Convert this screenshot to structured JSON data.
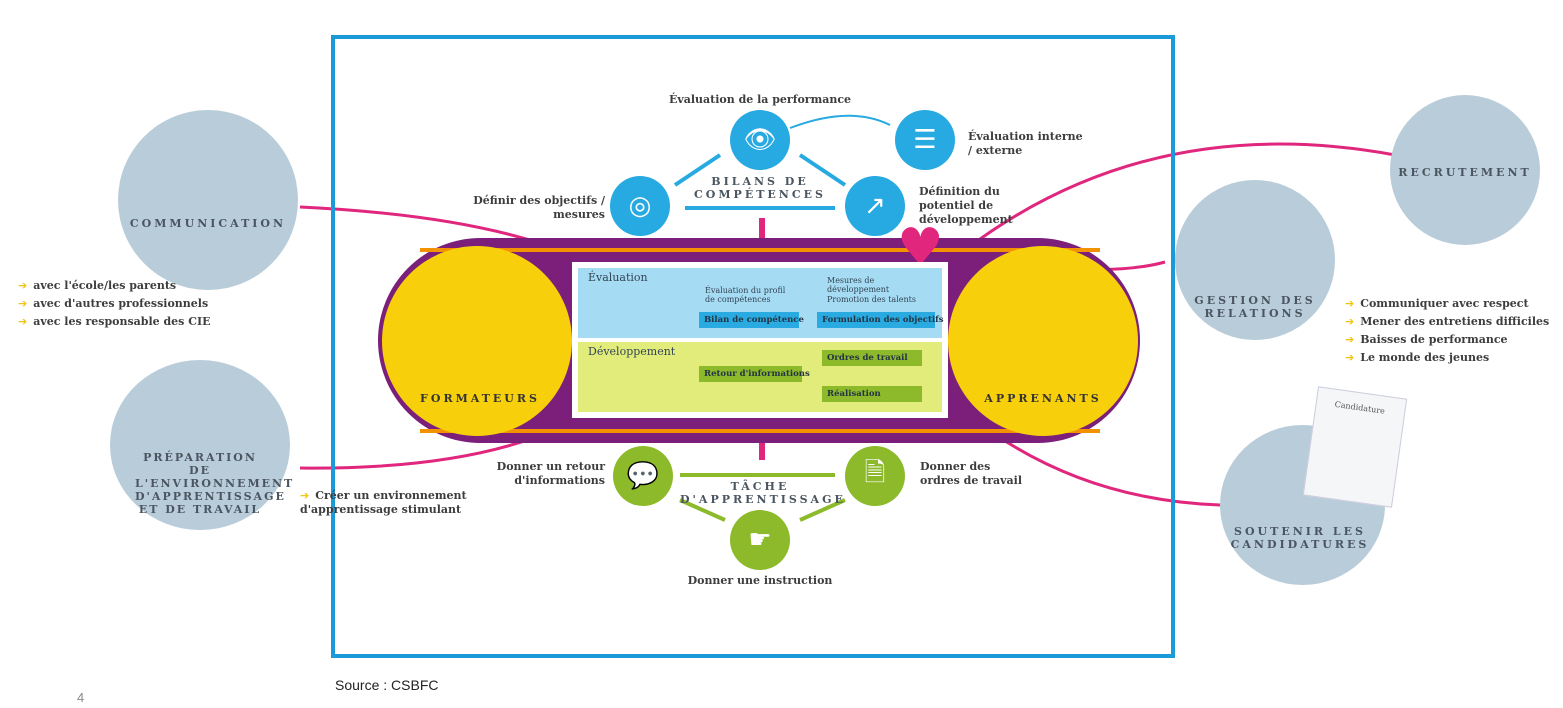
{
  "top": {
    "performance": "Évaluation de la performance",
    "bilans": "BILANS DE COMPÉTENCES",
    "interne": "Évaluation interne / externe",
    "objectifs": "Définir des objectifs / mesures",
    "potentiel": "Définition du potentiel de développement"
  },
  "center": {
    "formateurs": "FORMATEURS",
    "apprenants": "APPRENANTS",
    "evaluation": "Évaluation",
    "developpement": "Développement",
    "eval_profil": "Évaluation du profil de compétences",
    "mesures": "Mesures de développement",
    "promotion": "Promotion des talents",
    "bilan": "Bilan de compétence",
    "formulation": "Formulation des objectifs",
    "retour": "Retour d'informations",
    "ordres": "Ordres de travail",
    "realisation": "Réalisation"
  },
  "bottom": {
    "tache": "TÂCHE D'APPRENTISSAGE",
    "retour": "Donner un retour d'informations",
    "ordres": "Donner des ordres de travail",
    "instruction": "Donner une instruction"
  },
  "left": {
    "communication": "COMMUNICATION",
    "comm_items": [
      "avec l'école/les parents",
      "avec d'autres professionnels",
      "avec les responsable des CIE"
    ],
    "preparation": "PRÉPARATION DE L'ENVIRONNEMENT D'APPRENTISSAGE ET DE TRAVAIL",
    "prep_items": [
      "Créer un environnement d'apprentissage stimulant"
    ]
  },
  "right": {
    "recrutement": "RECRUTEMENT",
    "gestion": "GESTION DES RELATIONS",
    "gestion_items": [
      "Communiquer avec respect",
      "Mener des entretiens difficiles",
      "Baisses de performance",
      "Le monde des jeunes"
    ],
    "soutenir": "SOUTENIR LES CANDIDATURES",
    "candidature": "Candidature"
  },
  "footer": {
    "source": "Source : CSBFC",
    "page": "4"
  },
  "colors": {
    "frame": "#1a9ad6",
    "blue": "#27a9e1",
    "green": "#8dba2a",
    "pink": "#e0267d",
    "purple": "#7b1f7a",
    "yellow": "#f7cf0a"
  }
}
